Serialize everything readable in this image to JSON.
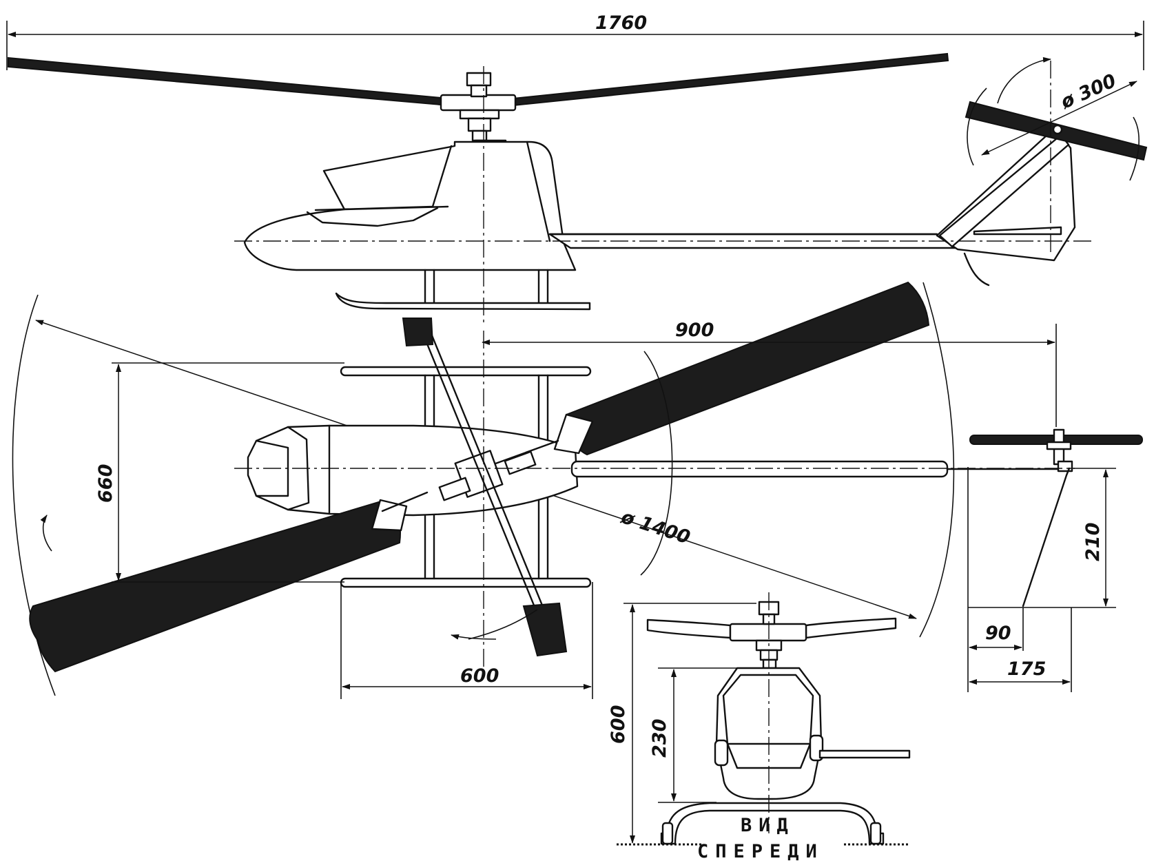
{
  "dimensions": {
    "overall_length": "1760",
    "tail_rotor_diameter": "ø 300",
    "rotor_to_tail_distance": "900",
    "skid_width": "660",
    "main_rotor_diameter": "ø 1400",
    "skid_length": "600",
    "tail_height": "210",
    "tail_offset_small": "90",
    "tail_offset_large": "175",
    "overall_height": "600",
    "fuselage_height": "230"
  },
  "caption": {
    "line1": "ВИД",
    "line2": "СПЕРЕДИ"
  }
}
